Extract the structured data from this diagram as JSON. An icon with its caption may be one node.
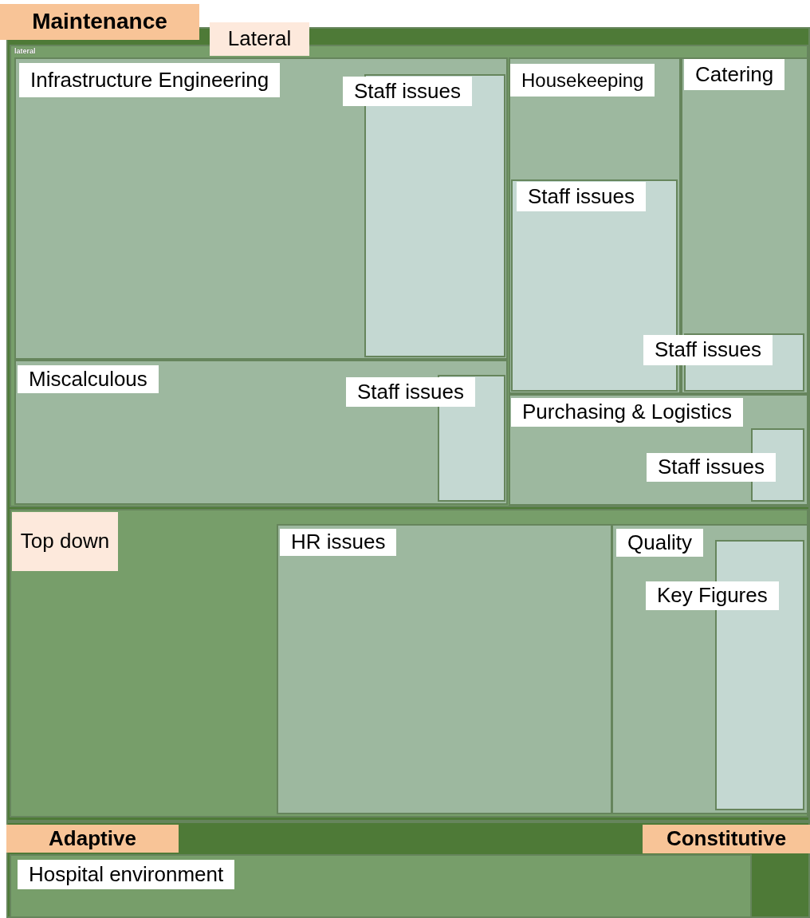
{
  "diagram": {
    "nodes": [
      {
        "text": [
          "Maintenance"
        ]
      },
      {
        "text": [
          "Lateral",
          "lateral"
        ],
        "in": 0
      },
      {
        "text": [
          "Infrastructure Engineering"
        ],
        "in": 1
      },
      {
        "text": [
          "Staff issues"
        ],
        "in": 2
      },
      {
        "text": [
          "Miscalculous"
        ],
        "in": 1
      },
      {
        "text": [
          "Staff issues"
        ],
        "in": 4
      },
      {
        "text": [
          "Housekeeping"
        ],
        "in": 1
      },
      {
        "text": [
          "Staff issues"
        ],
        "in": 6
      },
      {
        "text": [
          "Catering"
        ],
        "in": 1
      },
      {
        "text": [
          "Staff issues"
        ],
        "in": 8
      },
      {
        "text": [
          "Purchasing & Logistics"
        ],
        "in": 1
      },
      {
        "text": [
          "Staff issues"
        ],
        "in": 10
      },
      {
        "text": [
          "Top down"
        ],
        "in": 0
      },
      {
        "text": [
          "HR issues"
        ],
        "in": 12
      },
      {
        "text": [
          "Quality"
        ],
        "in": 12
      },
      {
        "text": [
          "Key Figures"
        ],
        "in": 14
      },
      {
        "text": [
          "Constitutive"
        ]
      },
      {
        "text": [
          "Adaptive",
          "Hospital environment"
        ],
        "in": 16
      }
    ]
  }
}
